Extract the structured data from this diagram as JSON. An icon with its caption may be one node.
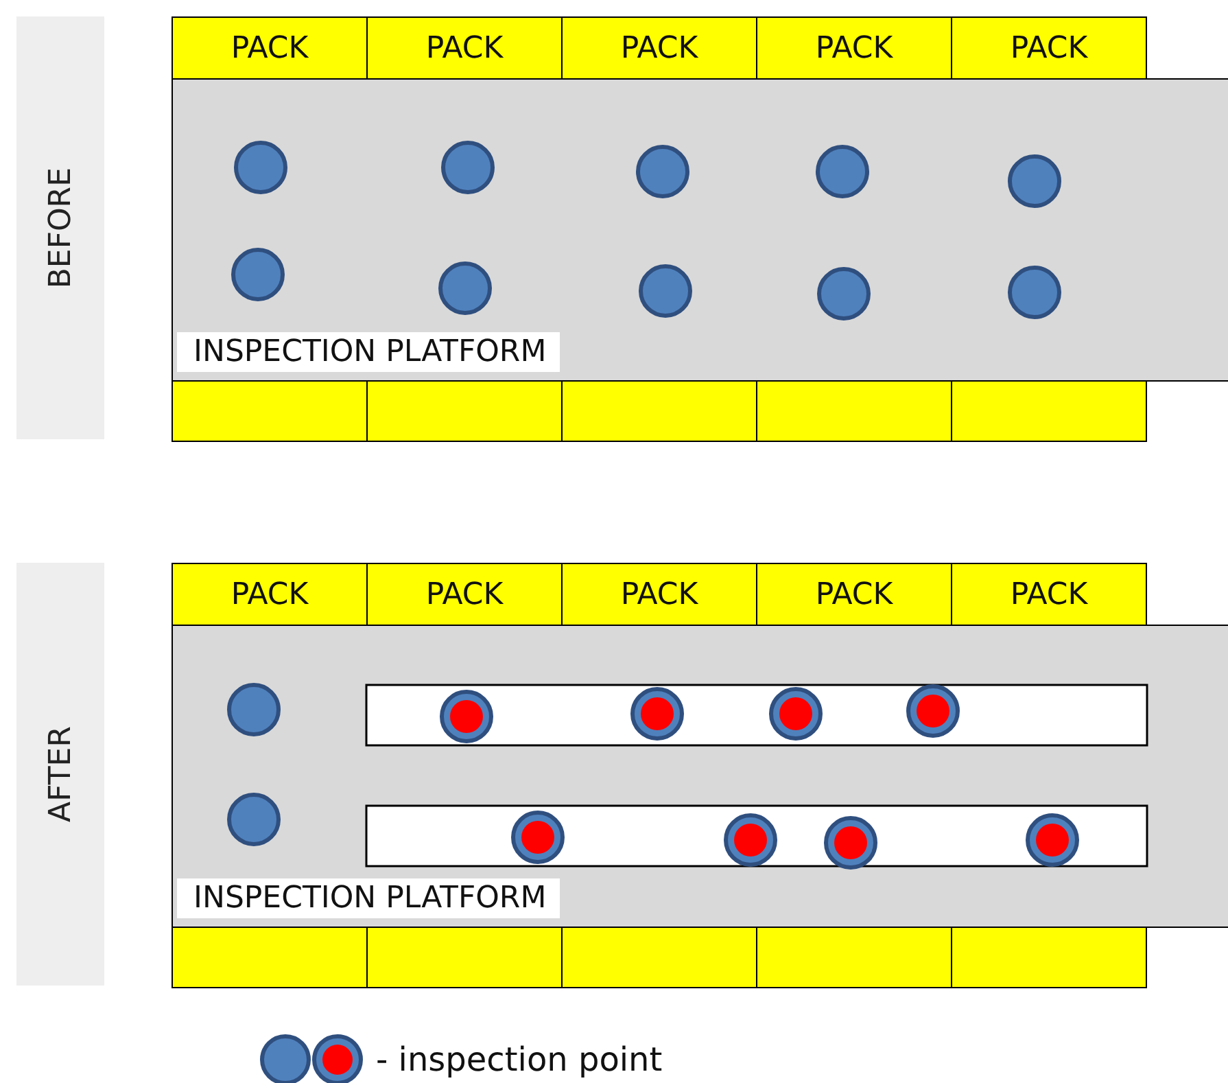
{
  "diagram": {
    "nodes": [
      {
        "text": [
          "BEFORE"
        ]
      },
      {
        "text": [
          "PACK"
        ]
      },
      {
        "text": [
          "PACK"
        ]
      },
      {
        "text": [
          "PACK"
        ]
      },
      {
        "text": [
          "PACK"
        ]
      },
      {
        "text": [
          "PACK"
        ]
      },
      {
        "text": [
          "INSPECTION PLATFORM"
        ]
      },
      {
        "text": [],
        "shape": "box"
      },
      {
        "text": [],
        "shape": "box"
      },
      {
        "text": [],
        "shape": "box"
      },
      {
        "text": [],
        "shape": "box"
      },
      {
        "text": [],
        "shape": "box"
      },
      {
        "text": [
          "AFTER"
        ]
      },
      {
        "text": [
          "PACK"
        ]
      },
      {
        "text": [
          "PACK"
        ]
      },
      {
        "text": [
          "PACK"
        ]
      },
      {
        "text": [
          "PACK"
        ]
      },
      {
        "text": [
          "PACK"
        ]
      },
      {
        "text": [
          "INSPECTION PLATFORM"
        ]
      },
      {
        "text": [],
        "shape": "box"
      },
      {
        "text": [],
        "shape": "box"
      },
      {
        "text": [],
        "shape": "box"
      },
      {
        "text": [],
        "shape": "box"
      },
      {
        "text": [],
        "shape": "box"
      }
    ],
    "edges": [],
    "legend": [
      {
        "text": "- inspection point"
      }
    ]
  }
}
